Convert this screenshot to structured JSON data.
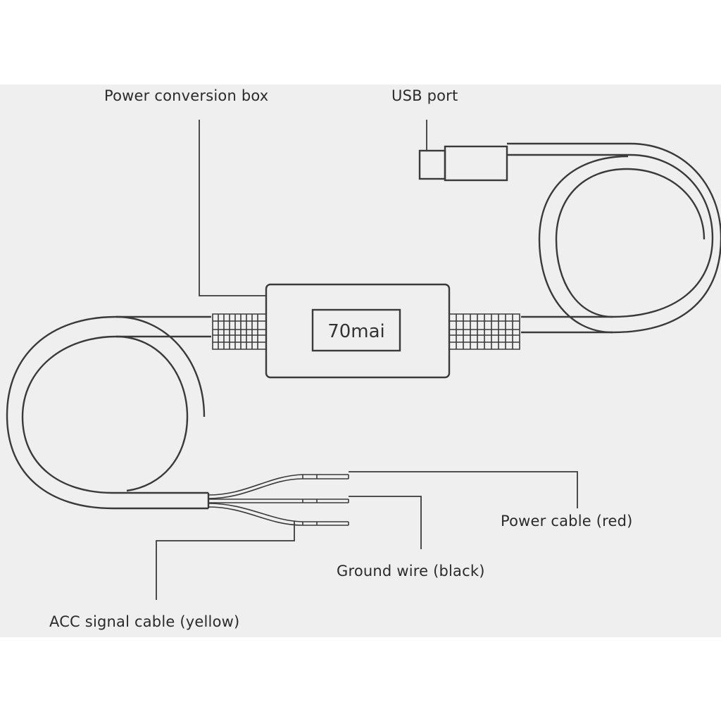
{
  "brand": {
    "logo_text": "70mai"
  },
  "labels": {
    "power_conversion_box": "Power conversion box",
    "usb_port": "USB port",
    "power_cable_red": "Power cable (red)",
    "ground_wire_black": "Ground wire (black)",
    "acc_signal_cable_yellow": "ACC signal cable (yellow)"
  }
}
